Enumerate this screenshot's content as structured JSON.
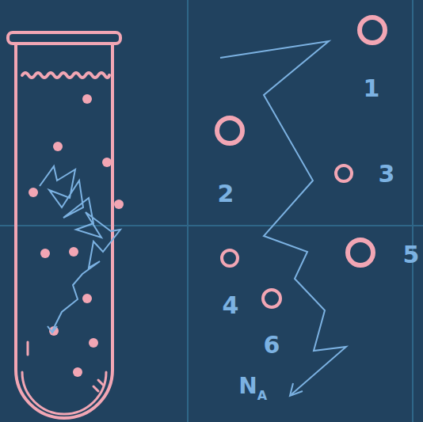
{
  "diagram": {
    "labels": [
      "1",
      "2",
      "3",
      "4",
      "5",
      "6",
      "N",
      "A"
    ]
  }
}
